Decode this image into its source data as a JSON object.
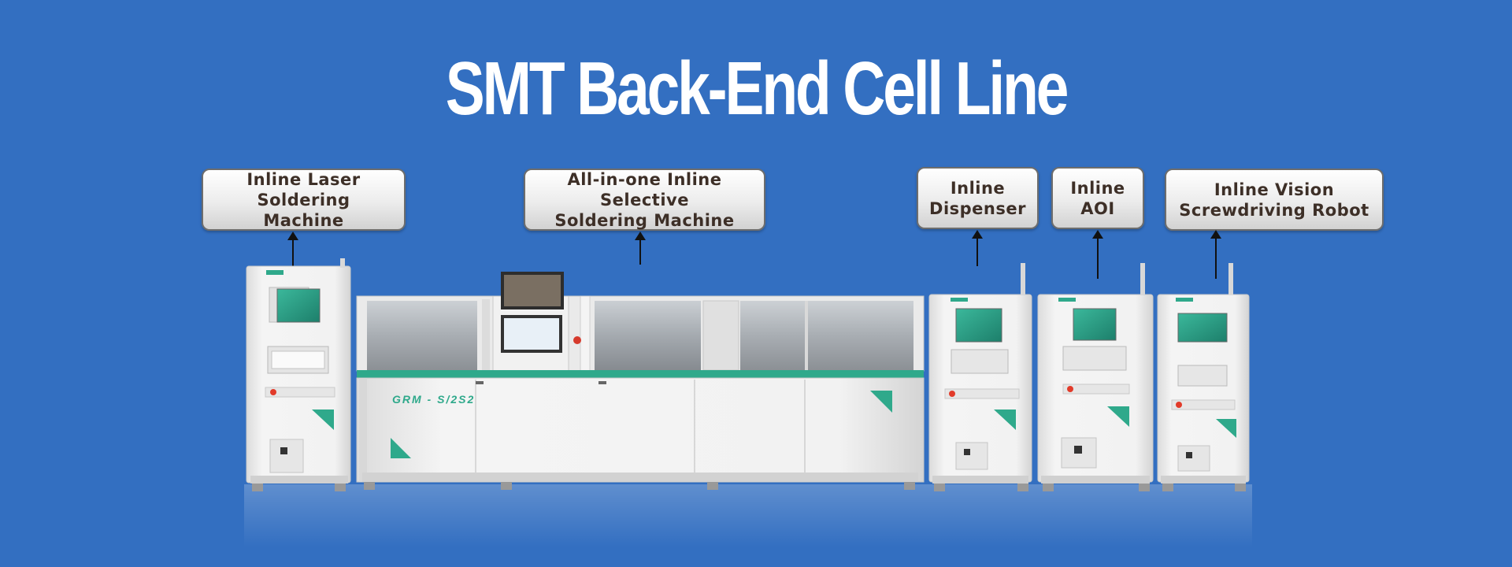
{
  "title": "SMT Back-End Cell Line",
  "labels": {
    "laser": "Inline Laser Soldering\nMachine",
    "selective": "All-in-one Inline Selective\nSoldering Machine",
    "dispenser": "Inline\nDispenser",
    "aoi": "Inline\nAOI",
    "screw": "Inline Vision\nScrewdriving Robot"
  },
  "model_marking": "GRM - S/2S2",
  "colors": {
    "background": "#336fc1",
    "machine_body": "#efefef",
    "accent": "#2fa98b",
    "label_text": "#3d2f27"
  }
}
